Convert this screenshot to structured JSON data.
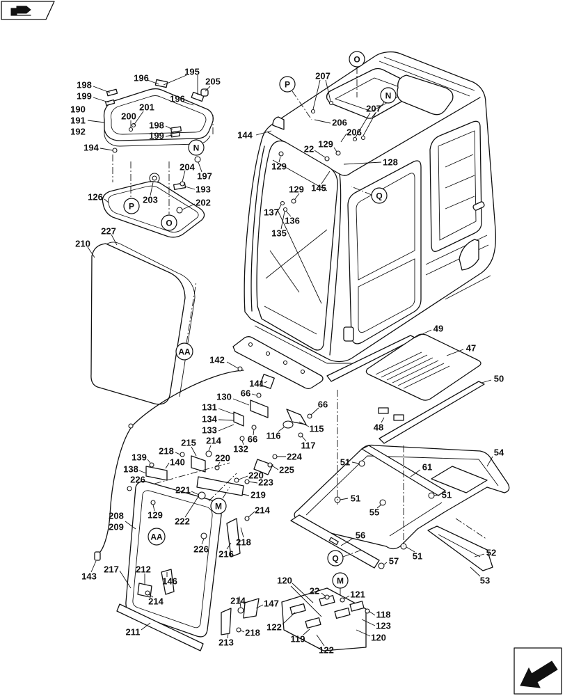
{
  "colors": {
    "line": "#111111",
    "background": "#ffffff"
  },
  "nav_icons": {
    "top_left": "section-book-icon",
    "bottom_right": "view-direction-arrow-icon"
  },
  "roof_window": [
    "195",
    "196",
    "205",
    "198",
    "199",
    "196",
    "190",
    "191",
    "192",
    "201",
    "200",
    "198",
    "199",
    "194",
    "204",
    "197",
    "193",
    "203",
    "202",
    "126",
    "227",
    "210"
  ],
  "cab": [
    "207",
    "207",
    "206",
    "206",
    "144",
    "22",
    "129",
    "128",
    "129",
    "145",
    "129",
    "137",
    "136",
    "135"
  ],
  "floor": [
    "49",
    "47",
    "50",
    "48",
    "54",
    "51",
    "61",
    "51",
    "51",
    "55",
    "56",
    "57",
    "51",
    "52",
    "53"
  ],
  "brackets": [
    "142",
    "141",
    "66",
    "130",
    "66",
    "131",
    "134",
    "133",
    "115",
    "116",
    "66",
    "132",
    "117"
  ],
  "lower_window": [
    "215",
    "214",
    "218",
    "224",
    "220",
    "139",
    "140",
    "138",
    "225",
    "226",
    "220",
    "223",
    "221",
    "219",
    "129",
    "214",
    "222",
    "208",
    "209",
    "218",
    "226",
    "216",
    "143",
    "217",
    "212",
    "146",
    "214",
    "211"
  ],
  "console": [
    "120",
    "22",
    "121",
    "214",
    "147",
    "118",
    "122",
    "123",
    "120",
    "119",
    "218",
    "213",
    "122"
  ],
  "reference_circles": [
    "N",
    "P",
    "O",
    "AA",
    "O",
    "P",
    "N",
    "Q",
    "M",
    "AA",
    "Q",
    "M"
  ]
}
